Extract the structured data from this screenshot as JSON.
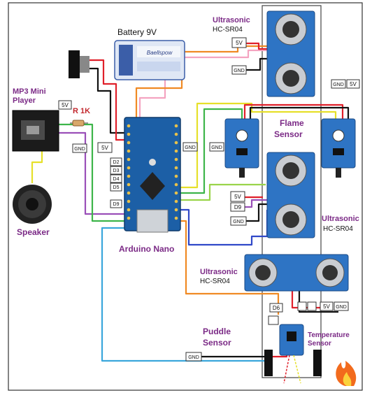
{
  "labels": {
    "battery": "Battery 9V",
    "battery_brand": "Baellspow",
    "mp3_line1": "MP3 Mini",
    "mp3_line2": "Player",
    "resistor": "R 1K",
    "speaker": "Speaker",
    "arduino": "Arduino Nano",
    "us_top_line1": "Ultrasonic",
    "us_top_line2": "HC-SR04",
    "flame_line1": "Flame",
    "flame_line2": "Sensor",
    "us_mid_line1": "Ultrasonic",
    "us_mid_line2": "HC-SR04",
    "us_bottom_line1": "Ultrasonic",
    "us_bottom_line2": "HC-SR04",
    "puddle_line1": "Puddle",
    "puddle_line2": "Sensor",
    "temp_line1": "Temperature",
    "temp_line2": "Sensor"
  },
  "tags": {
    "five_v": "5V",
    "gnd": "GND",
    "d9": "D9",
    "d6": "D6",
    "d2": "D2",
    "d3": "D3",
    "d4": "D4",
    "d5": "D5"
  },
  "colors": {
    "label_purple": "#7b2a86",
    "label_red": "#c2272d",
    "board_blue": "#1c5fa6",
    "sensor_blue": "#2e74c4",
    "wire_red": "#e0202a",
    "wire_black": "#111111",
    "wire_green": "#3db54a",
    "wire_yellow": "#e6e02a",
    "wire_orange": "#f08a24",
    "wire_purple": "#9a4fb8",
    "wire_pink": "#f4a3c0",
    "wire_blue": "#3048c8",
    "wire_cyan": "#3aa7dc",
    "wire_lightgreen": "#9ad44a"
  }
}
